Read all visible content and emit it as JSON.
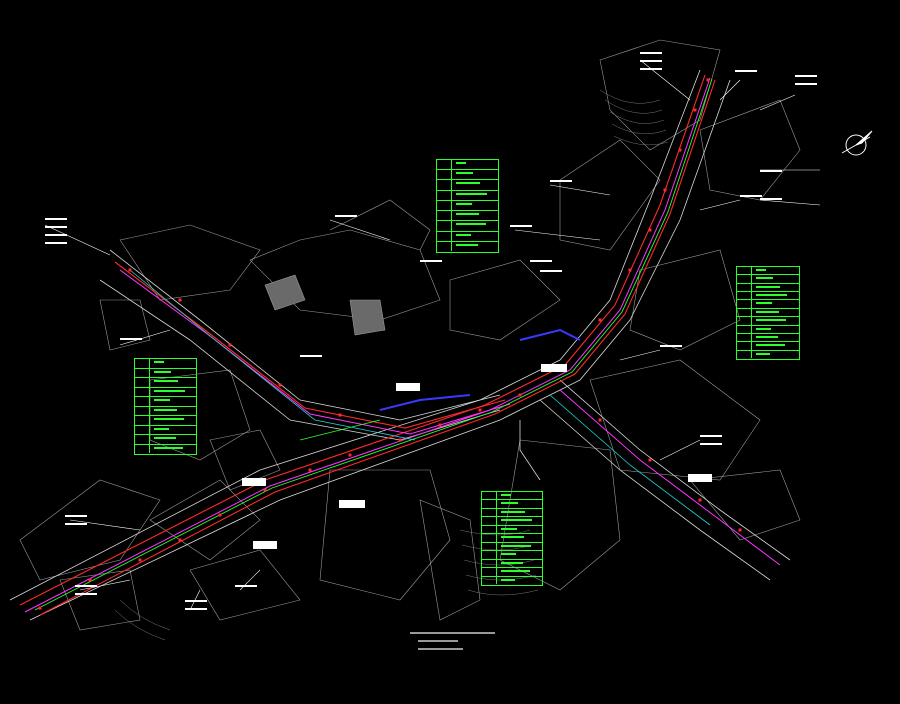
{
  "map": {
    "background": "#000000",
    "colors": {
      "buildings": "#9a9a9a",
      "road_edge": "#d8d8d8",
      "red_line": "#ff2a2a",
      "magenta_line": "#ff33ff",
      "green_line": "#2bff2b",
      "cyan_line": "#22d8d8",
      "blue_line": "#3a3aff",
      "legend_border": "#2bff2b"
    },
    "legends": [
      {
        "name": "legend-top-center",
        "rows": 9
      },
      {
        "name": "legend-right",
        "rows": 11
      },
      {
        "name": "legend-left",
        "rows": 10
      },
      {
        "name": "legend-bottom-center",
        "rows": 11
      }
    ],
    "compass": {
      "icon": "north-arrow-icon"
    }
  }
}
